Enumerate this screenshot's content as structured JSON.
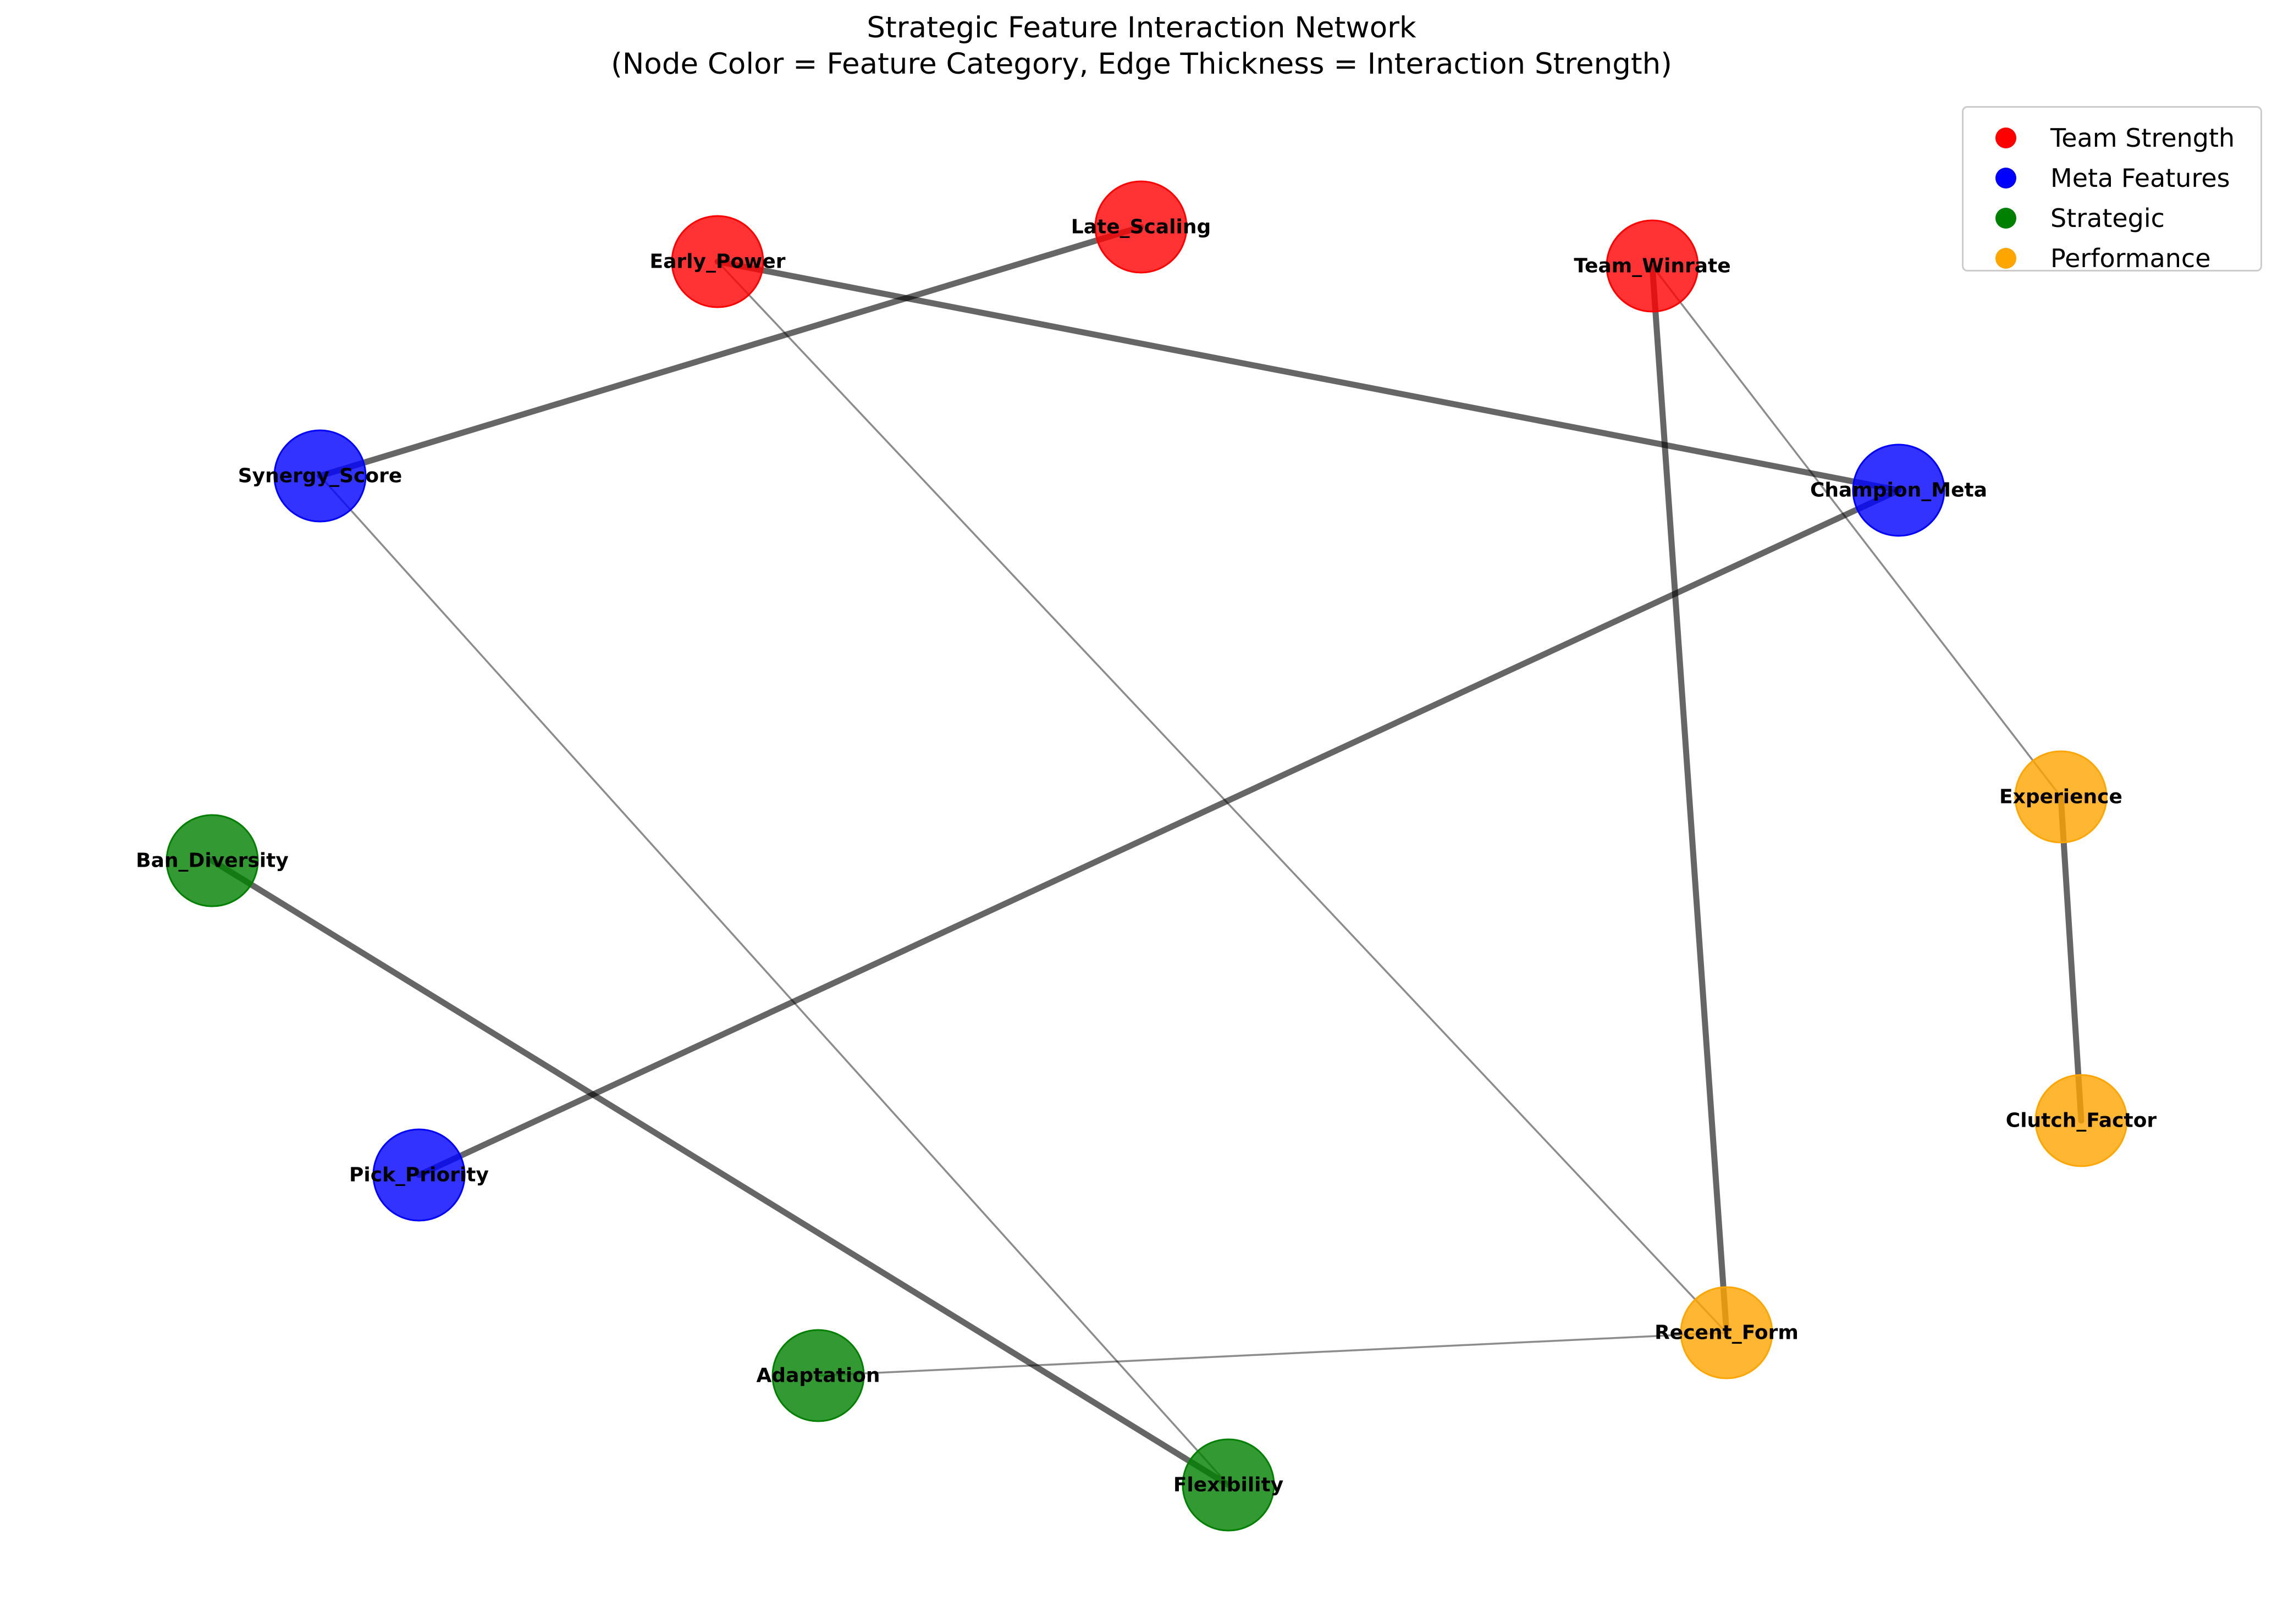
{
  "title": {
    "line1": "Strategic Feature Interaction Network",
    "line2": "(Node Color = Feature Category, Edge Thickness = Interaction Strength)"
  },
  "categories": [
    {
      "key": "team_strength",
      "label": "Team Strength",
      "color": "#ff0000"
    },
    {
      "key": "meta_features",
      "label": "Meta Features",
      "color": "#0000ff"
    },
    {
      "key": "strategic",
      "label": "Strategic",
      "color": "#008000"
    },
    {
      "key": "performance",
      "label": "Performance",
      "color": "#ffa500"
    }
  ],
  "nodes": [
    {
      "id": "Early_Power",
      "label": "Early_Power",
      "category": "team_strength"
    },
    {
      "id": "Late_Scaling",
      "label": "Late_Scaling",
      "category": "team_strength"
    },
    {
      "id": "Team_Winrate",
      "label": "Team_Winrate",
      "category": "team_strength"
    },
    {
      "id": "Synergy_Score",
      "label": "Synergy_Score",
      "category": "meta_features"
    },
    {
      "id": "Champion_Meta",
      "label": "Champion_Meta",
      "category": "meta_features"
    },
    {
      "id": "Pick_Priority",
      "label": "Pick_Priority",
      "category": "meta_features"
    },
    {
      "id": "Ban_Diversity",
      "label": "Ban_Diversity",
      "category": "strategic"
    },
    {
      "id": "Adaptation",
      "label": "Adaptation",
      "category": "strategic"
    },
    {
      "id": "Flexibility",
      "label": "Flexibility",
      "category": "strategic"
    },
    {
      "id": "Experience",
      "label": "Experience",
      "category": "performance"
    },
    {
      "id": "Clutch_Factor",
      "label": "Clutch_Factor",
      "category": "performance"
    },
    {
      "id": "Recent_Form",
      "label": "Recent_Form",
      "category": "performance"
    }
  ],
  "edges": [
    {
      "source": "Late_Scaling",
      "target": "Synergy_Score",
      "strength": "strong"
    },
    {
      "source": "Early_Power",
      "target": "Champion_Meta",
      "strength": "strong"
    },
    {
      "source": "Early_Power",
      "target": "Recent_Form",
      "strength": "weak"
    },
    {
      "source": "Team_Winrate",
      "target": "Recent_Form",
      "strength": "strong"
    },
    {
      "source": "Team_Winrate",
      "target": "Experience",
      "strength": "weak"
    },
    {
      "source": "Synergy_Score",
      "target": "Flexibility",
      "strength": "weak"
    },
    {
      "source": "Champion_Meta",
      "target": "Pick_Priority",
      "strength": "strong"
    },
    {
      "source": "Ban_Diversity",
      "target": "Flexibility",
      "strength": "strong"
    },
    {
      "source": "Experience",
      "target": "Clutch_Factor",
      "strength": "strong"
    },
    {
      "source": "Adaptation",
      "target": "Recent_Form",
      "strength": "weak"
    }
  ],
  "edge_style": {
    "color": "#000000"
  }
}
